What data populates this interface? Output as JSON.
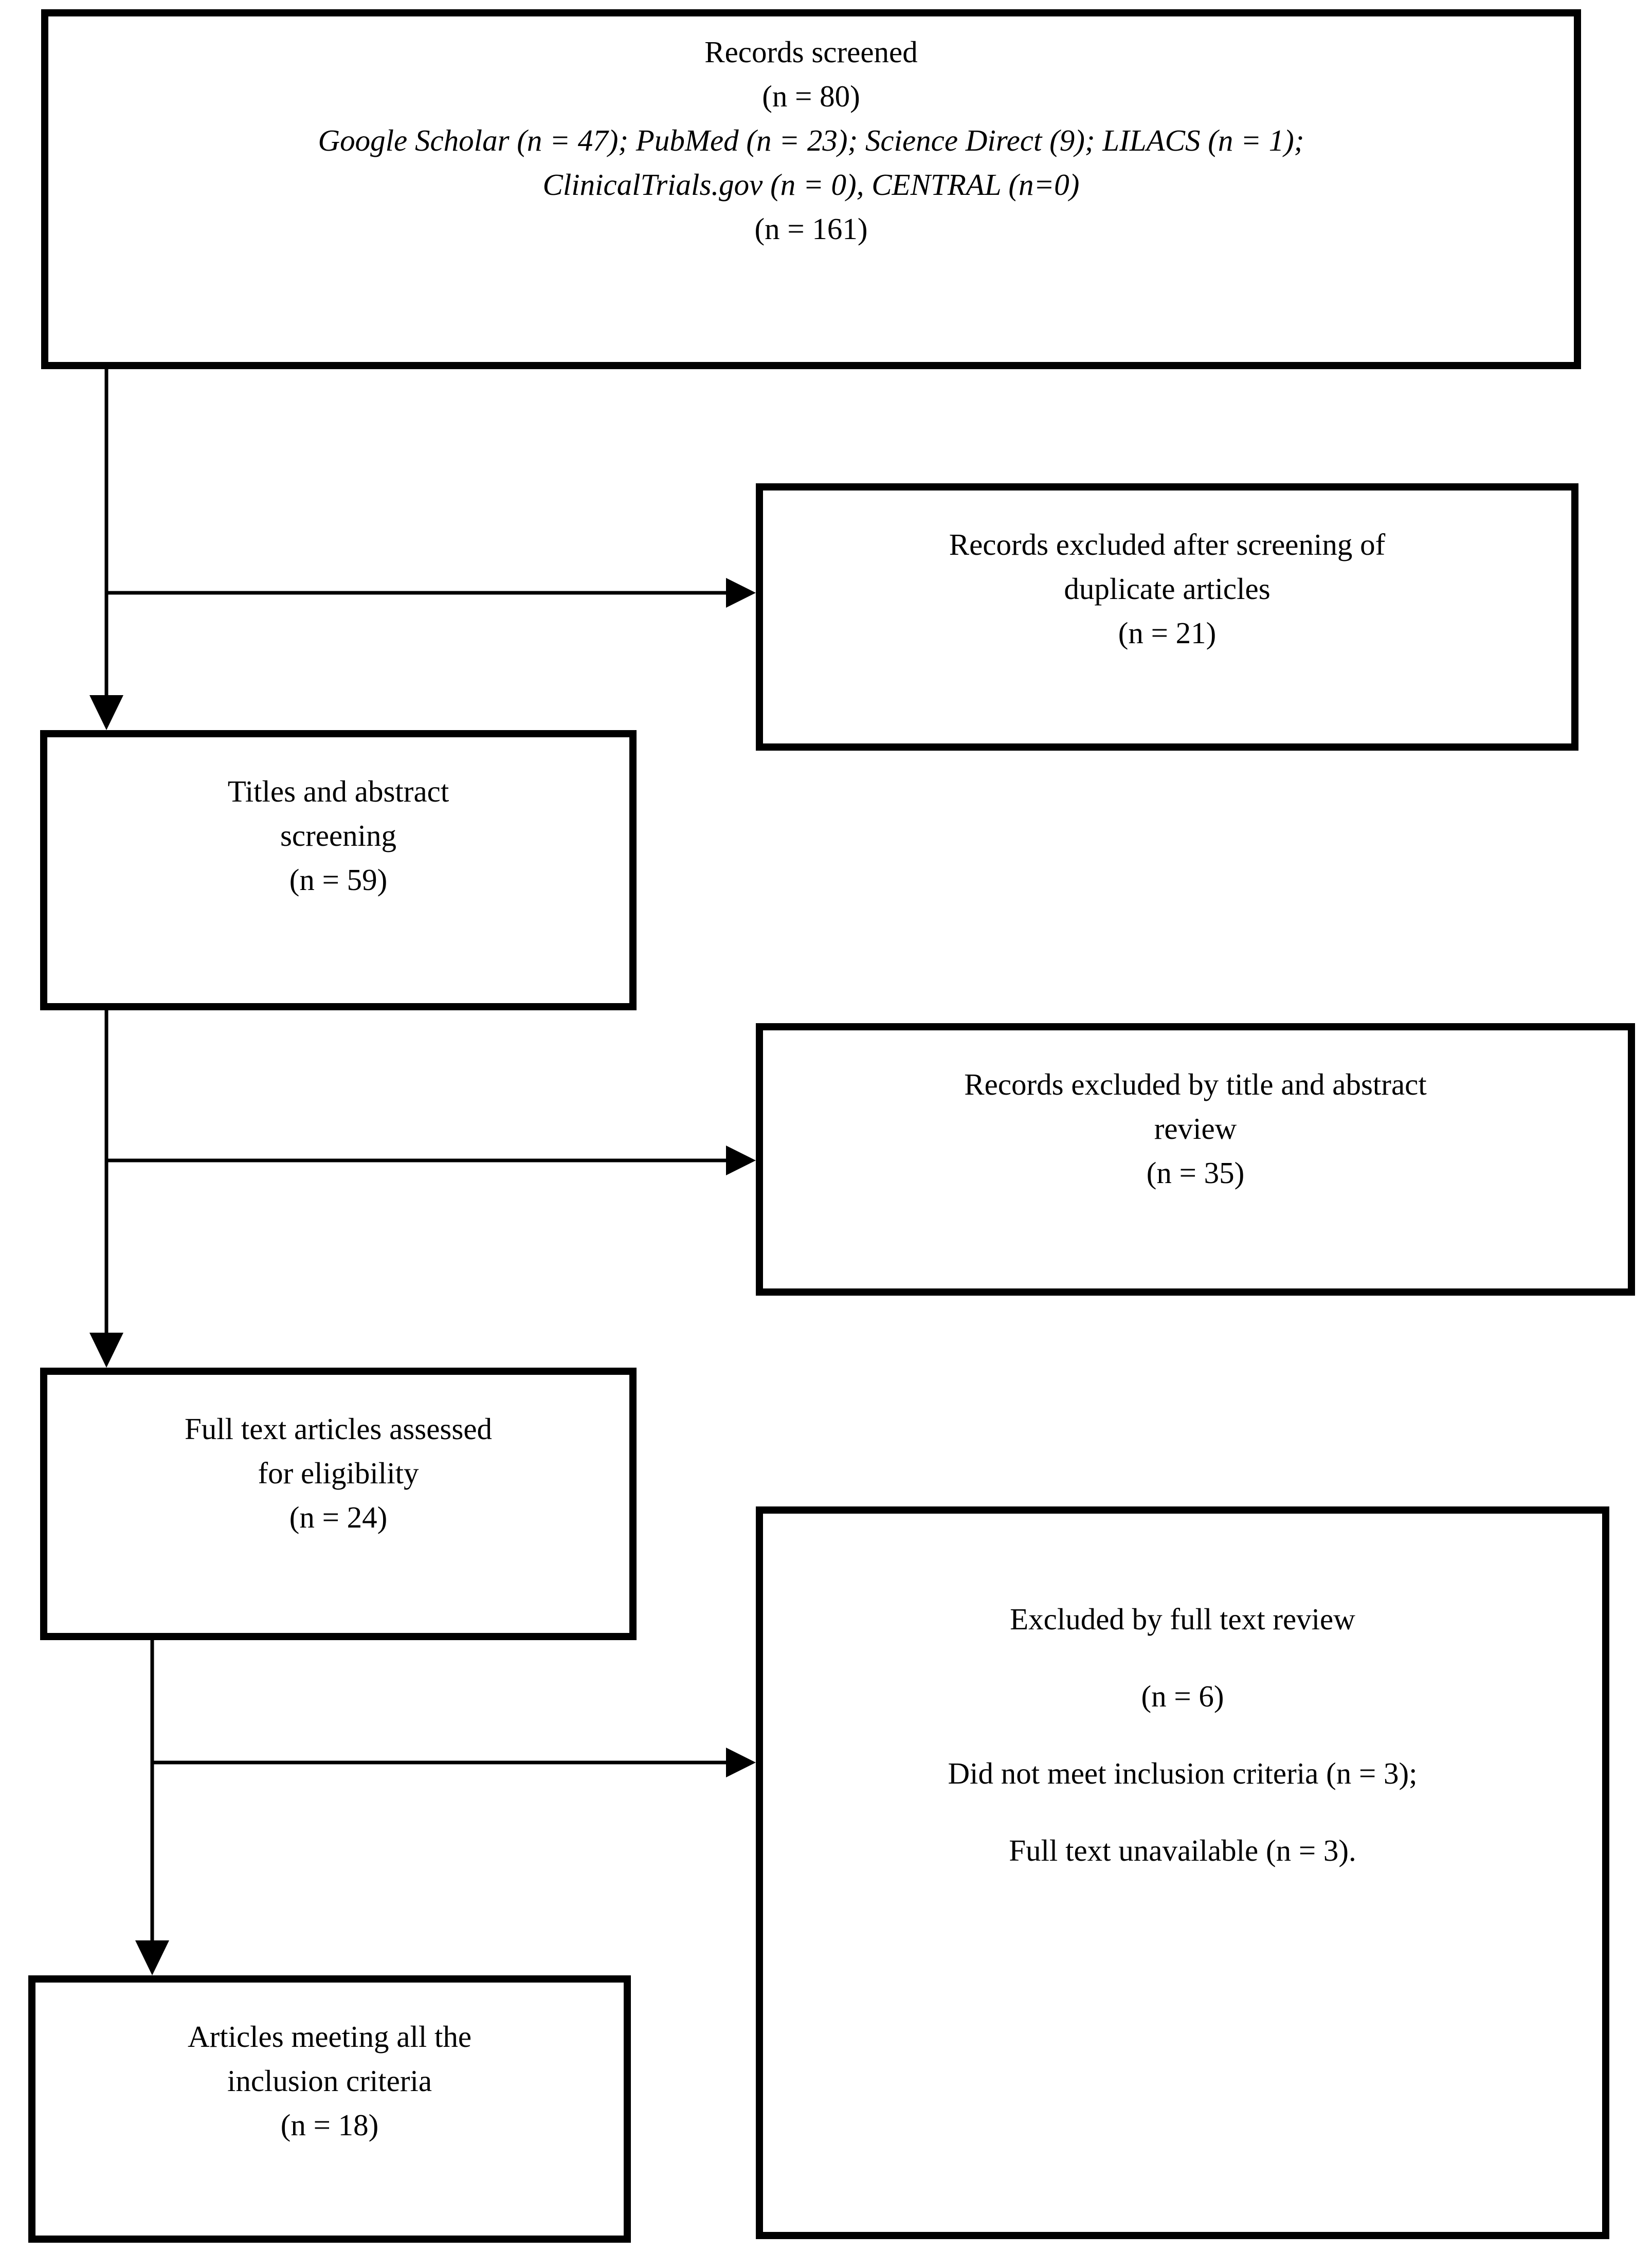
{
  "diagram": {
    "type": "prisma-flow-diagram",
    "title": "",
    "boxes": [
      {
        "id": "records-screened",
        "name": "records-screened-box",
        "lines": [
          {
            "text": "Records screened",
            "italic": false
          },
          {
            "text": "(n = 80)",
            "italic": false
          },
          {
            "text": "Google Scholar (n = 47); PubMed (n = 23); Science Direct (9); LILACS (n = 1);",
            "italic": true
          },
          {
            "text": "ClinicalTrials.gov (n = 0), CENTRAL (n=0)",
            "italic": true
          },
          {
            "text": "(n = 161)",
            "italic": false
          }
        ]
      },
      {
        "id": "excluded-duplicates",
        "name": "records-excluded-duplicates-box",
        "lines": [
          {
            "text": "Records excluded after screening of",
            "italic": false
          },
          {
            "text": "duplicate articles",
            "italic": false
          },
          {
            "text": "(n = 21)",
            "italic": false
          }
        ]
      },
      {
        "id": "title-abstract-screening",
        "name": "titles-abstract-screening-box",
        "lines": [
          {
            "text": "Titles and abstract",
            "italic": false
          },
          {
            "text": "screening",
            "italic": false
          },
          {
            "text": "(n = 59)",
            "italic": false
          }
        ]
      },
      {
        "id": "excluded-title-abstract",
        "name": "records-excluded-title-abstract-box",
        "lines": [
          {
            "text": "Records excluded by title and abstract",
            "italic": false
          },
          {
            "text": "review",
            "italic": false
          },
          {
            "text": "(n = 35)",
            "italic": false
          }
        ]
      },
      {
        "id": "full-text-assessed",
        "name": "full-text-assessed-box",
        "lines": [
          {
            "text": "Full text articles assessed",
            "italic": false
          },
          {
            "text": "for eligibility",
            "italic": false
          },
          {
            "text": "(n = 24)",
            "italic": false
          }
        ]
      },
      {
        "id": "excluded-full-text",
        "name": "excluded-full-text-box",
        "lines": [
          {
            "text": "Excluded by full text review",
            "italic": false
          },
          {
            "text": "(n = 6)",
            "italic": false
          },
          {
            "text": "Did not meet inclusion criteria (n = 3);",
            "italic": false
          },
          {
            "text": "Full text unavailable (n = 3).",
            "italic": false
          }
        ]
      },
      {
        "id": "articles-included",
        "name": "articles-included-box",
        "lines": [
          {
            "text": "Articles meeting all the",
            "italic": false
          },
          {
            "text": "inclusion criteria",
            "italic": false
          },
          {
            "text": "(n = 18)",
            "italic": false
          }
        ]
      }
    ],
    "counts": {
      "records_screened": 80,
      "google_scholar": 47,
      "pubmed": 23,
      "science_direct": 9,
      "lilacs": 1,
      "clinicaltrials_gov": 0,
      "central": 0,
      "total_records": 161,
      "excluded_duplicates": 21,
      "title_abstract_screening": 59,
      "excluded_title_abstract": 35,
      "full_text_assessed": 24,
      "excluded_full_text": 6,
      "did_not_meet_inclusion": 3,
      "full_text_unavailable": 3,
      "articles_included": 18
    },
    "colors": {
      "border": "#000000",
      "background": "#ffffff",
      "text": "#000000",
      "connector": "#000000"
    }
  }
}
